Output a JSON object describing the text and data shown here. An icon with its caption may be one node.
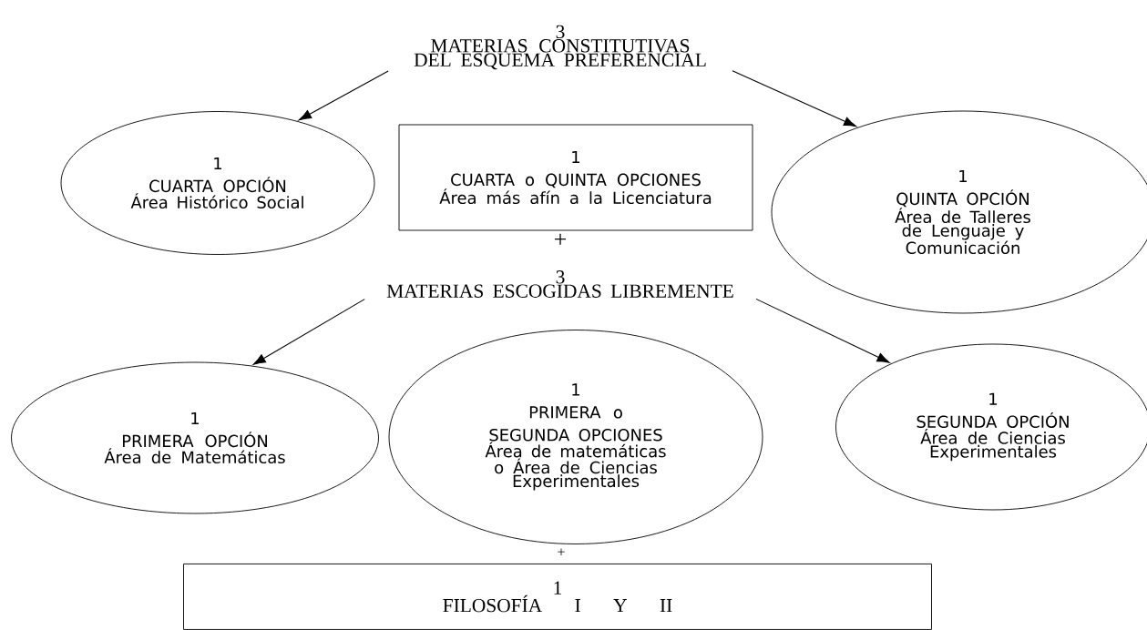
{
  "diagram": {
    "nodes": [
      {
        "text": [
          "3",
          "MATERIAS CONSTITUTIVAS DEL ESQUEMA PREFERENCIAL"
        ]
      },
      {
        "text": [
          "1",
          "CUARTA OPCIÓN",
          "Área Histórico Social"
        ]
      },
      {
        "text": [
          "1",
          "CUARTA o QUINTA OPCIONES",
          "Área más afín a la Licenciatura"
        ]
      },
      {
        "text": [
          "1",
          "QUINTA OPCIÓN",
          "Área de Talleres de Lenguaje y Comunicación"
        ]
      },
      {
        "text": [
          "3",
          "MATERIAS ESCOGIDAS LIBREMENTE"
        ]
      },
      {
        "text": [
          "1",
          "PRIMERA OPCIÓN",
          "Área de Matemáticas"
        ]
      },
      {
        "text": [
          "1",
          "PRIMERA o SEGUNDA OPCIONES",
          "Área de matemáticas o Área de Ciencias Experimentales"
        ]
      },
      {
        "text": [
          "1",
          "SEGUNDA OPCIÓN",
          "Área de Ciencias Experimentales"
        ]
      },
      {
        "text": [
          "1",
          "FILOSOFÍA I Y II"
        ]
      }
    ],
    "edges": [
      {
        "from": 0,
        "to": 1,
        "arrow": "to"
      },
      {
        "from": 0,
        "to": 3,
        "arrow": "to"
      },
      {
        "from": 4,
        "to": 5,
        "arrow": "to"
      },
      {
        "from": 4,
        "to": 7,
        "arrow": "to"
      }
    ],
    "labels": [
      "+",
      "+"
    ]
  }
}
